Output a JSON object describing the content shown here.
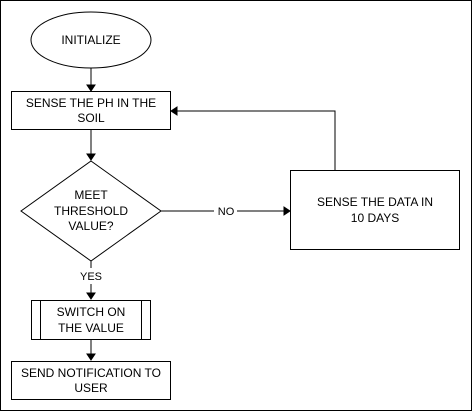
{
  "nodes": {
    "initialize": {
      "label": "INITIALIZE"
    },
    "sense_ph": {
      "line1": "SENSE THE PH IN THE",
      "line2": "SOIL"
    },
    "threshold": {
      "line1": "MEET",
      "line2": "THRESHOLD",
      "line3": "VALUE?"
    },
    "sense_data": {
      "line1": "SENSE THE DATA IN",
      "line2": "10 DAYS"
    },
    "switch_on": {
      "line1": "SWITCH ON",
      "line2": "THE VALUE"
    },
    "notify": {
      "line1": "SEND NOTIFICATION TO",
      "line2": "USER"
    }
  },
  "edges": {
    "no_label": "NO",
    "yes_label": "YES"
  }
}
